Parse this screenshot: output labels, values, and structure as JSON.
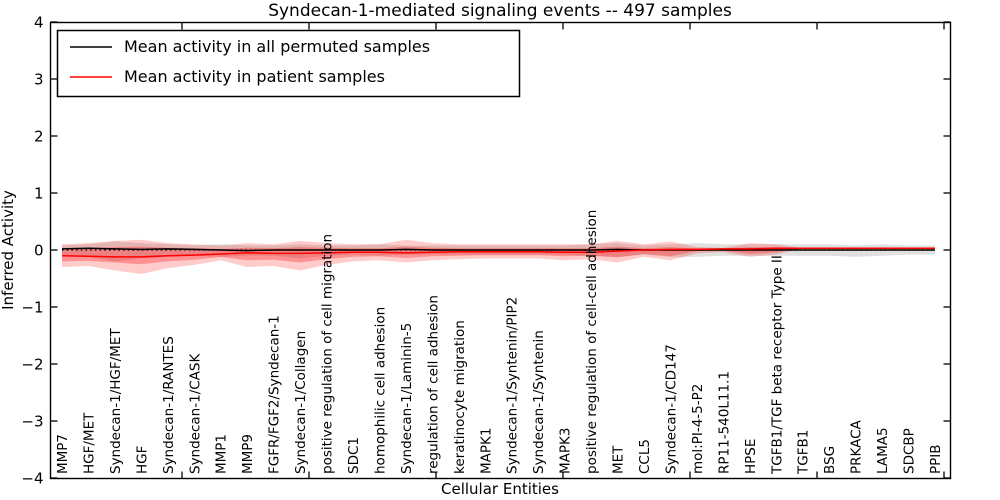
{
  "title": "Syndecan-1-mediated signaling events -- 497 samples",
  "axes": {
    "xlabel": "Cellular Entities",
    "ylabel": "Inferred Activity",
    "yticks": [
      -4,
      -3,
      -2,
      -1,
      0,
      1,
      2,
      3,
      4
    ],
    "ylim": [
      -4,
      4
    ],
    "grid": false
  },
  "legend": {
    "position": "upper-left",
    "entries": [
      {
        "label": "Mean activity in all permuted samples",
        "color": "#000000"
      },
      {
        "label": "Mean activity in patient samples",
        "color": "#ff0000"
      }
    ]
  },
  "colors": {
    "permuted_line": "#000000",
    "patient_line": "#ff0000",
    "patient_band": "#ff0000",
    "permuted_band": "#999999",
    "zero_line": "#000000",
    "frame": "#000000",
    "background": "#ffffff"
  },
  "chart_data": {
    "type": "line",
    "title": "Syndecan-1-mediated signaling events -- 497 samples",
    "xlabel": "Cellular Entities",
    "ylabel": "Inferred Activity",
    "ylim": [
      -4,
      4
    ],
    "yticks": [
      -4,
      -3,
      -2,
      -1,
      0,
      1,
      2,
      3,
      4
    ],
    "grid": false,
    "legend_position": "upper-left",
    "categories": [
      "MMP7",
      "HGF/MET",
      "Syndecan-1/HGF/MET",
      "HGF",
      "Syndecan-1/RANTES",
      "Syndecan-1/CASK",
      "MMP1",
      "MMP9",
      "FGFR/FGF2/Syndecan-1",
      "Syndecan-1/Collagen",
      "positive regulation of cell migration",
      "SDC1",
      "homophilic cell adhesion",
      "Syndecan-1/Laminin-5",
      "regulation of cell adhesion",
      "keratinocyte migration",
      "MAPK1",
      "Syndecan-1/Syntenin/PIP2",
      "Syndecan-1/Syntenin",
      "MAPK3",
      "positive regulation of cell-cell adhesion",
      "MET",
      "CCL5",
      "Syndecan-1/CD147",
      "mol:PI-4-5-P2",
      "RP11-540L11.1",
      "HPSE",
      "TGFB1/TGF beta receptor Type II",
      "TGFB1",
      "BSG",
      "PRKACA",
      "LAMA5",
      "SDCBP",
      "PPIB"
    ],
    "series": [
      {
        "name": "Mean activity in all permuted samples",
        "color": "#000000",
        "style": "solid",
        "values": [
          0.02,
          0.03,
          0.02,
          0.01,
          0.02,
          0.01,
          0.0,
          -0.01,
          0.0,
          0.0,
          0.0,
          0.0,
          0.0,
          0.01,
          0.0,
          0.0,
          0.0,
          0.0,
          0.0,
          0.0,
          0.0,
          0.01,
          0.0,
          0.0,
          0.0,
          0.0,
          0.0,
          0.0,
          0.0,
          0.0,
          0.0,
          0.0,
          0.0,
          0.0
        ]
      },
      {
        "name": "Mean activity in patient samples",
        "color": "#ff0000",
        "style": "solid",
        "values": [
          -0.1,
          -0.11,
          -0.12,
          -0.12,
          -0.1,
          -0.09,
          -0.07,
          -0.05,
          -0.06,
          -0.06,
          -0.05,
          -0.04,
          -0.04,
          -0.05,
          -0.04,
          -0.03,
          -0.03,
          -0.03,
          -0.03,
          -0.04,
          -0.04,
          -0.02,
          0.0,
          0.01,
          0.01,
          0.02,
          0.02,
          0.03,
          0.03,
          0.03,
          0.03,
          0.03,
          0.03,
          0.03
        ]
      }
    ],
    "zero_line": {
      "value": 0,
      "style": "dotted",
      "color": "#000000"
    },
    "bands": [
      {
        "name": "permuted-samples-range",
        "color": "#999999",
        "opacity": 0.3,
        "upper": [
          0.08,
          0.1,
          0.15,
          0.12,
          0.1,
          0.08,
          0.1,
          0.08,
          0.08,
          0.1,
          0.08,
          0.08,
          0.1,
          0.08,
          0.08,
          0.08,
          0.08,
          0.08,
          0.08,
          0.08,
          0.1,
          0.12,
          0.08,
          0.1,
          0.12,
          0.1,
          0.1,
          0.1,
          0.1,
          0.1,
          0.08,
          0.1,
          0.08,
          0.08
        ],
        "lower": [
          -0.1,
          -0.12,
          -0.2,
          -0.15,
          -0.12,
          -0.1,
          -0.12,
          -0.1,
          -0.1,
          -0.15,
          -0.1,
          -0.08,
          -0.1,
          -0.08,
          -0.08,
          -0.08,
          -0.08,
          -0.08,
          -0.08,
          -0.08,
          -0.1,
          -0.12,
          -0.08,
          -0.12,
          -0.12,
          -0.1,
          -0.1,
          -0.1,
          -0.1,
          -0.1,
          -0.12,
          -0.1,
          -0.08,
          -0.08
        ]
      },
      {
        "name": "patient-samples-outer-range",
        "color": "#ff0000",
        "opacity": 0.2,
        "upper": [
          0.1,
          0.12,
          0.16,
          0.18,
          0.12,
          0.1,
          0.08,
          0.12,
          0.1,
          0.16,
          0.12,
          0.1,
          0.1,
          0.18,
          0.12,
          0.1,
          0.1,
          0.1,
          0.1,
          0.1,
          0.1,
          0.16,
          0.1,
          0.15,
          0.05,
          0.04,
          0.12,
          0.1,
          0.03,
          0.03,
          0.03,
          0.03,
          0.03,
          0.03
        ],
        "lower": [
          -0.3,
          -0.28,
          -0.36,
          -0.42,
          -0.32,
          -0.26,
          -0.18,
          -0.3,
          -0.28,
          -0.36,
          -0.26,
          -0.2,
          -0.18,
          -0.22,
          -0.18,
          -0.16,
          -0.15,
          -0.15,
          -0.15,
          -0.18,
          -0.16,
          -0.22,
          -0.12,
          -0.18,
          -0.06,
          -0.04,
          -0.12,
          -0.08,
          0.03,
          0.03,
          0.03,
          0.03,
          0.03,
          0.03
        ]
      },
      {
        "name": "patient-samples-inner-range",
        "color": "#ff0000",
        "opacity": 0.28,
        "upper": [
          0.02,
          0.03,
          0.05,
          0.06,
          0.04,
          0.03,
          0.02,
          0.04,
          0.03,
          0.05,
          0.04,
          0.03,
          0.03,
          0.06,
          0.04,
          0.03,
          0.03,
          0.03,
          0.03,
          0.03,
          0.03,
          0.06,
          0.03,
          0.05,
          0.03,
          0.03,
          0.05,
          0.05,
          0.03,
          0.03,
          0.03,
          0.03,
          0.03,
          0.03
        ],
        "lower": [
          -0.2,
          -0.19,
          -0.22,
          -0.25,
          -0.2,
          -0.17,
          -0.12,
          -0.18,
          -0.17,
          -0.22,
          -0.16,
          -0.12,
          -0.11,
          -0.14,
          -0.11,
          -0.1,
          -0.09,
          -0.09,
          -0.09,
          -0.11,
          -0.1,
          -0.13,
          -0.07,
          -0.11,
          -0.02,
          -0.01,
          -0.07,
          -0.04,
          0.03,
          0.03,
          0.03,
          0.03,
          0.03,
          0.03
        ]
      }
    ]
  }
}
